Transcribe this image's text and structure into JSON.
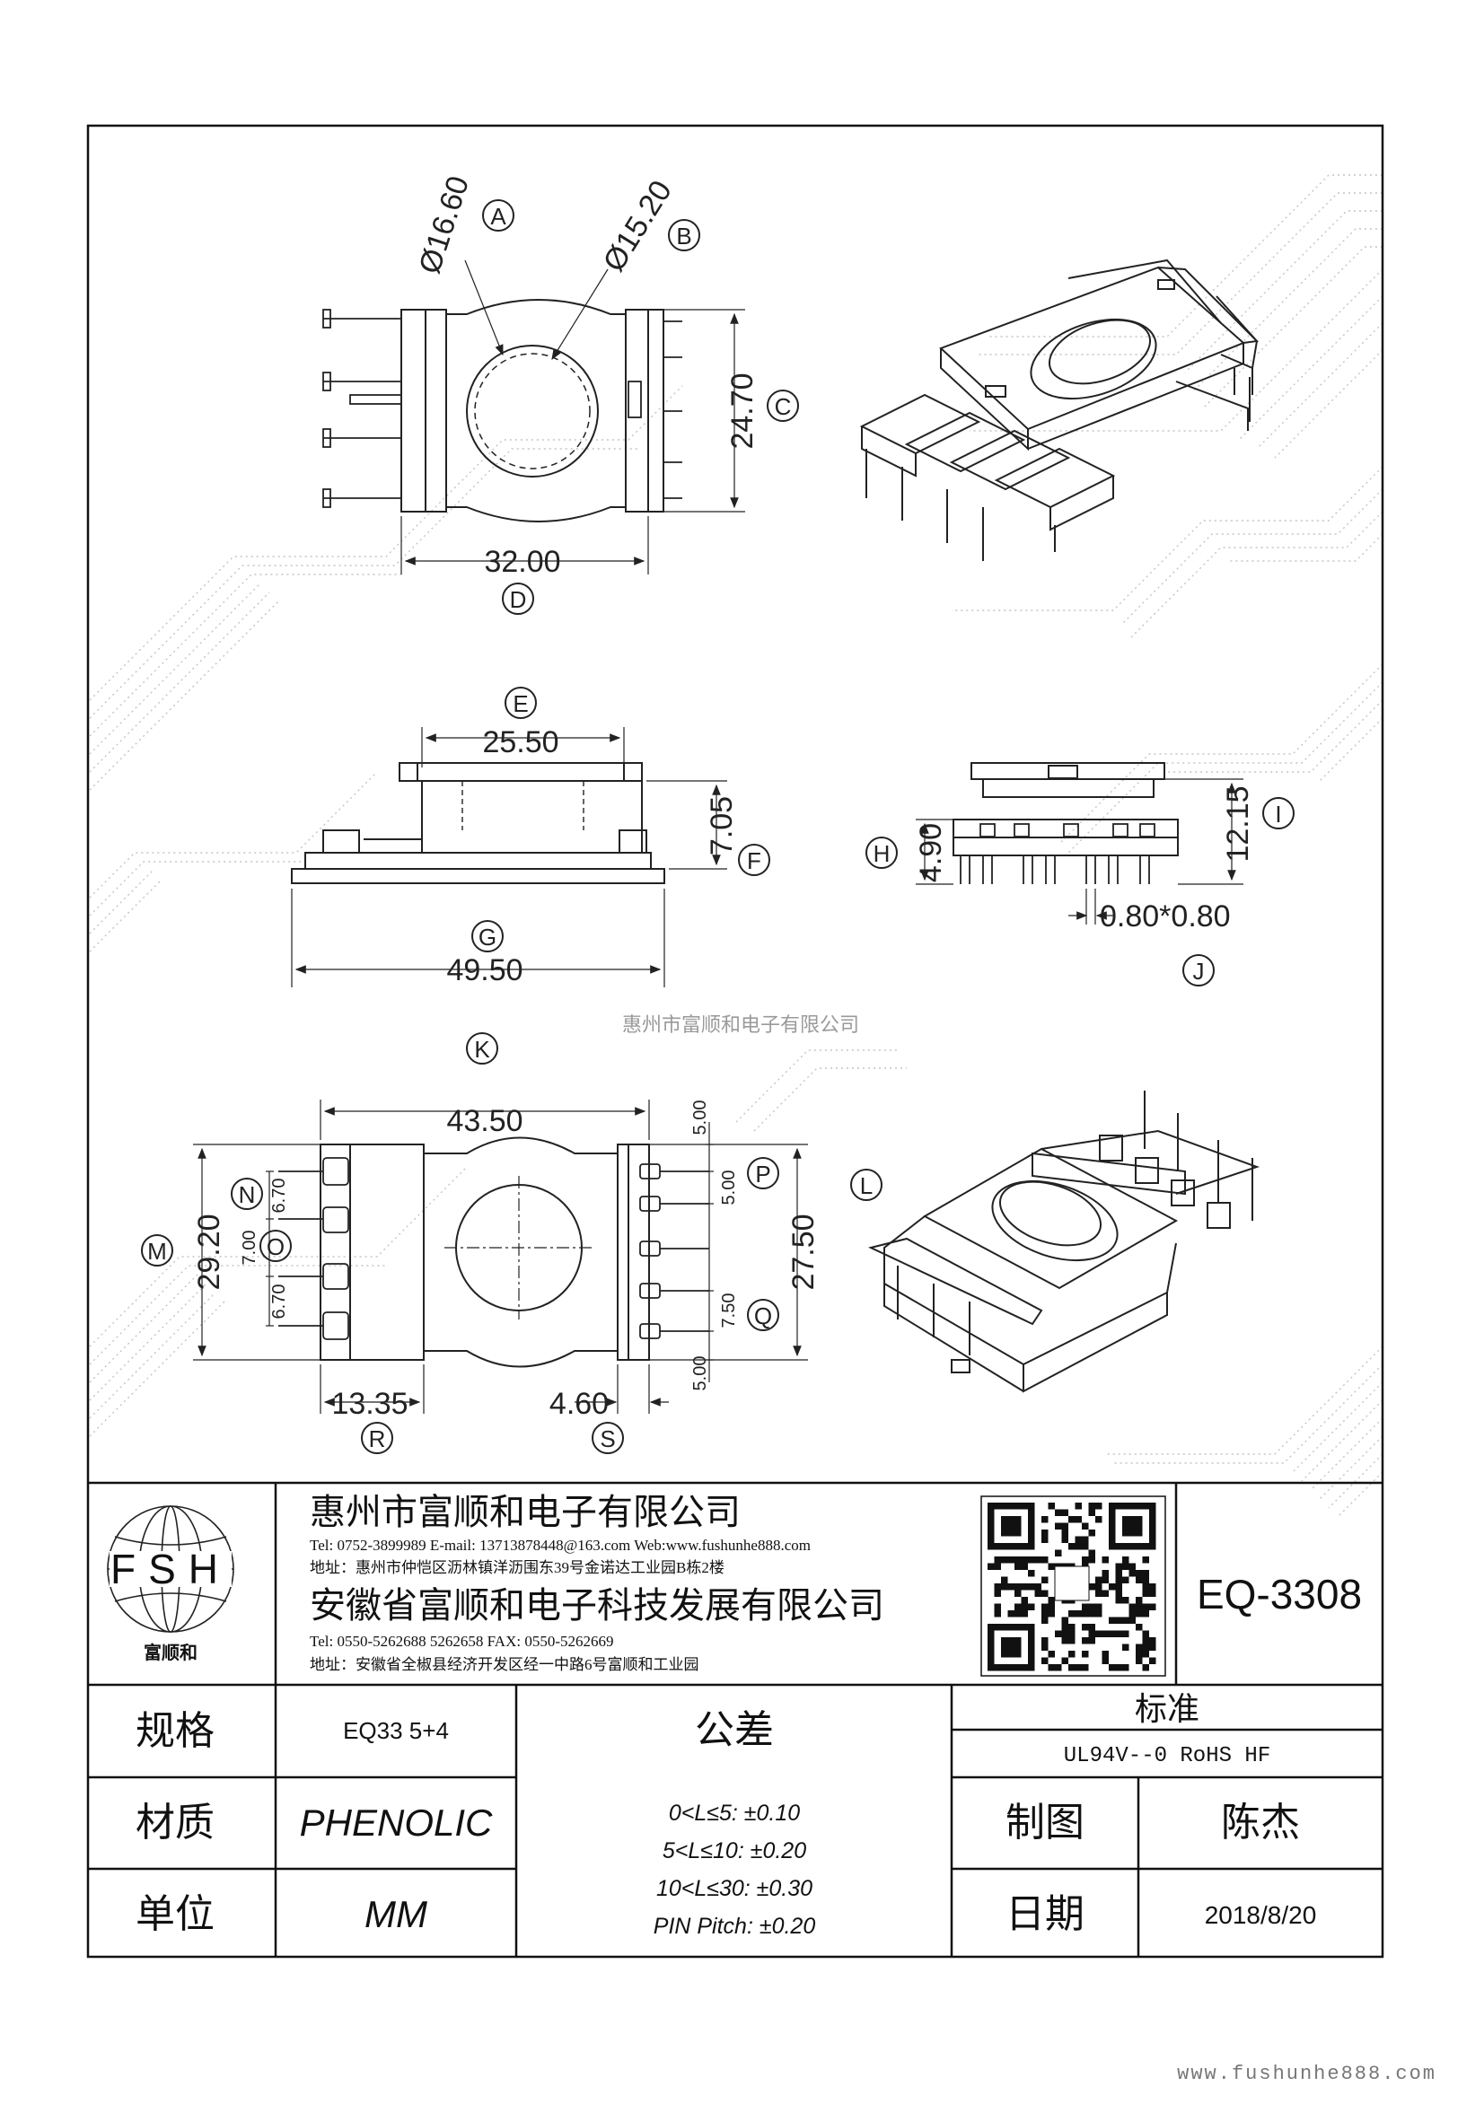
{
  "top_view": {
    "callouts": [
      "A",
      "B",
      "C",
      "D"
    ],
    "dim_a": "Ø16.60",
    "dim_b": "Ø15.20",
    "dim_c": "24.70",
    "dim_d": "32.00"
  },
  "side_view": {
    "callouts": [
      "E",
      "F",
      "G"
    ],
    "dim_e": "25.50",
    "dim_f": "7.05",
    "dim_g": "49.50"
  },
  "end_view": {
    "callouts": [
      "H",
      "I",
      "J"
    ],
    "dim_h": "4.90",
    "dim_i": "12.15",
    "dim_j": "0.80*0.80"
  },
  "watermark": "惠州市富顺和电子有限公司",
  "callout_k": "K",
  "bottom_view": {
    "callouts": [
      "L",
      "M",
      "N",
      "O",
      "P",
      "Q",
      "R",
      "S"
    ],
    "dim_top": "43.50",
    "dim_m": "29.20",
    "dim_n": "6.70",
    "dim_o": "7.00",
    "dim_o2": "6.70",
    "dim_right_top": "5.00",
    "dim_p": "5.00",
    "dim_total": "27.50",
    "dim_q": "7.50",
    "dim_right_bot": "5.00",
    "dim_r": "13.35",
    "dim_s": "4.60"
  },
  "title_block": {
    "logo_letters": "FSH",
    "logo_caption": "富顺和",
    "company1": "惠州市富顺和电子有限公司",
    "contact1": "Tel:  0752-3899989  E-mail: 13713878448@163.com Web:www.fushunhe888.com",
    "address1": "地址：惠州市仲恺区沥林镇洋沥围东39号金诺达工业园B栋2楼",
    "company2": "安徽省富顺和电子科技发展有限公司",
    "contact2": "Tel:  0550-5262688  5262658      FAX: 0550-5262669",
    "address2": "地址：安徽省全椒县经济开发区经一中路6号富顺和工业园",
    "part_no": "EQ-3308",
    "spec_label": "规格",
    "spec_value": "EQ33 5+4",
    "material_label": "材质",
    "material_value": "PHENOLIC",
    "unit_label": "单位",
    "unit_value": "MM",
    "tolerance_label": "公差",
    "tolerances": [
      "0<L≤5: ±0.10",
      "5<L≤10: ±0.20",
      "10<L≤30: ±0.30",
      "PIN Pitch: ±0.20"
    ],
    "standard_label": "标准",
    "standard_value": "UL94V--0  RoHS HF",
    "drawer_label": "制图",
    "drawer_value": "陈杰",
    "date_label": "日期",
    "date_value": "2018/8/20"
  },
  "footer_url": "www.fushunhe888.com"
}
